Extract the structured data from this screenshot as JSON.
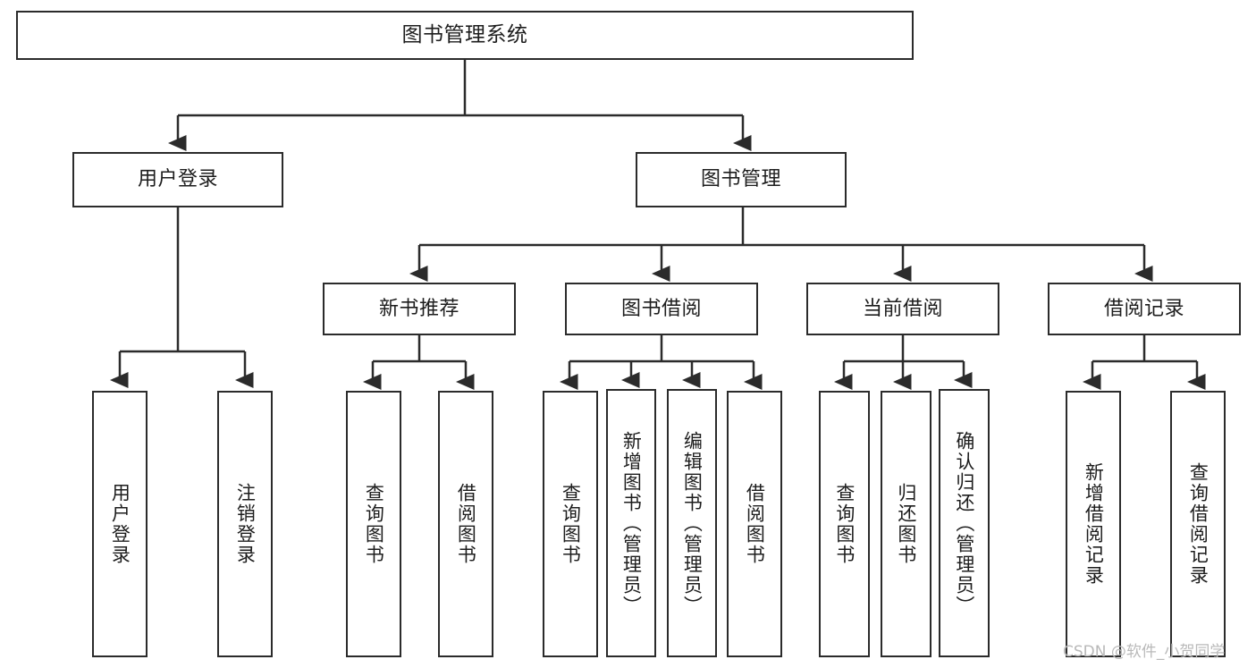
{
  "diagram": {
    "type": "tree-hierarchy",
    "title": "图书管理系统",
    "orientation": "top-down",
    "edge_color": "#2b2b2b",
    "node_border_color": "#2b2b2b",
    "node_fill_color": "#ffffff",
    "text_color": "#1d1d1d",
    "background_color": "#ffffff"
  },
  "watermark": {
    "text": "CSDN @软件_小贺同学",
    "color": "#b9b9b9"
  },
  "nodes": {
    "root": {
      "label": "图书管理系统"
    },
    "level2": [
      {
        "id": "user-login",
        "label": "用户登录"
      },
      {
        "id": "book-management",
        "label": "图书管理"
      }
    ],
    "level3": [
      {
        "id": "new-book-recommend",
        "label": "新书推荐"
      },
      {
        "id": "book-borrow",
        "label": "图书借阅"
      },
      {
        "id": "current-borrow",
        "label": "当前借阅"
      },
      {
        "id": "borrow-record",
        "label": "借阅记录"
      }
    ],
    "leaves": {
      "user_login": [
        {
          "id": "leaf-user-login",
          "label": "用户登录"
        },
        {
          "id": "leaf-logout-login",
          "label": "注销登录"
        }
      ],
      "new_book_recommend": [
        {
          "id": "leaf-query-book-1",
          "label": "查询图书"
        },
        {
          "id": "leaf-borrow-book-1",
          "label": "借阅图书"
        }
      ],
      "book_borrow": [
        {
          "id": "leaf-query-book-2",
          "label": "查询图书"
        },
        {
          "id": "leaf-add-book",
          "label": "新增图书（管理员）"
        },
        {
          "id": "leaf-edit-book",
          "label": "编辑图书（管理员）"
        },
        {
          "id": "leaf-borrow-book-2",
          "label": "借阅图书"
        }
      ],
      "current_borrow": [
        {
          "id": "leaf-query-book-3",
          "label": "查询图书"
        },
        {
          "id": "leaf-return-book",
          "label": "归还图书"
        },
        {
          "id": "leaf-confirm-return",
          "label": "确认归还（管理员）"
        }
      ],
      "borrow_record": [
        {
          "id": "leaf-add-record",
          "label": "新增借阅记录"
        },
        {
          "id": "leaf-query-record",
          "label": "查询借阅记录"
        }
      ]
    }
  }
}
